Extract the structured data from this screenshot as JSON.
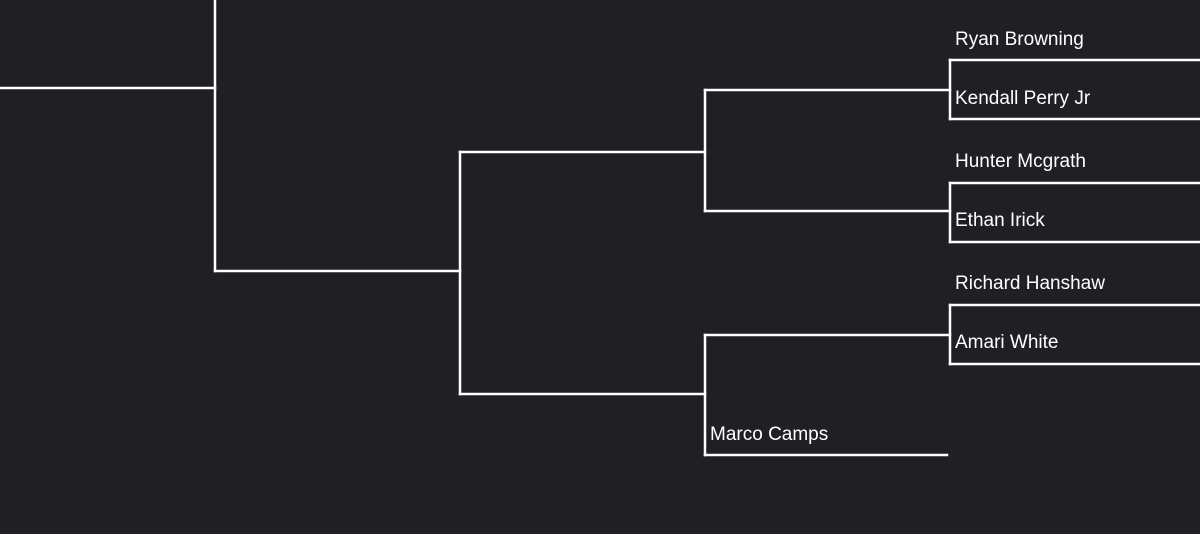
{
  "colors": {
    "background": "#1f1f24",
    "line": "#ffffff",
    "text": "#ffffff"
  },
  "bracket": {
    "players": {
      "ryan": "Ryan Browning",
      "kendall": "Kendall Perry Jr",
      "hunter": "Hunter Mcgrath",
      "ethan": "Ethan Irick",
      "richard": "Richard Hanshaw",
      "amari": "Amari White",
      "marco": "Marco Camps"
    }
  }
}
